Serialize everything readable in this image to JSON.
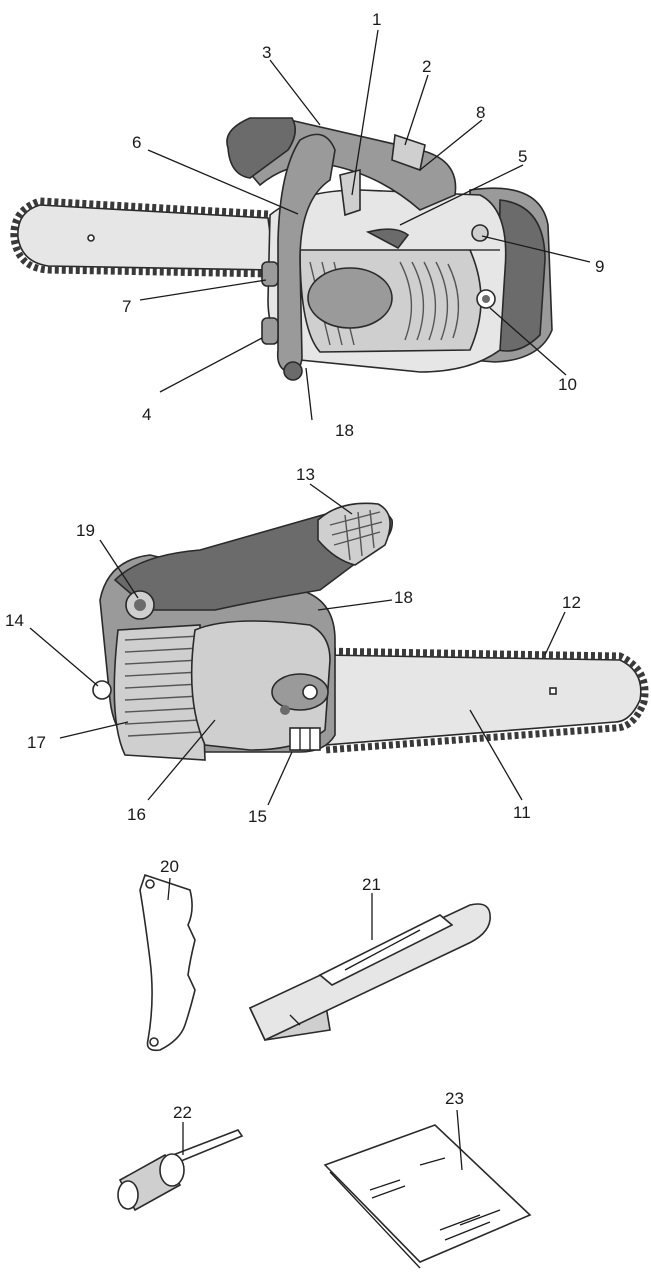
{
  "diagram": {
    "callouts": [
      {
        "id": "c1",
        "label": "1"
      },
      {
        "id": "c2",
        "label": "2"
      },
      {
        "id": "c3",
        "label": "3"
      },
      {
        "id": "c4",
        "label": "4"
      },
      {
        "id": "c5",
        "label": "5"
      },
      {
        "id": "c6",
        "label": "6"
      },
      {
        "id": "c7",
        "label": "7"
      },
      {
        "id": "c8",
        "label": "8"
      },
      {
        "id": "c9",
        "label": "9"
      },
      {
        "id": "c10",
        "label": "10"
      },
      {
        "id": "c11",
        "label": "11"
      },
      {
        "id": "c12",
        "label": "12"
      },
      {
        "id": "c13",
        "label": "13"
      },
      {
        "id": "c14",
        "label": "14"
      },
      {
        "id": "c15",
        "label": "15"
      },
      {
        "id": "c16",
        "label": "16"
      },
      {
        "id": "c17",
        "label": "17"
      },
      {
        "id": "c18a",
        "label": "18"
      },
      {
        "id": "c18b",
        "label": "18"
      },
      {
        "id": "c19",
        "label": "19"
      },
      {
        "id": "c20",
        "label": "20"
      },
      {
        "id": "c21",
        "label": "21"
      },
      {
        "id": "c22",
        "label": "22"
      },
      {
        "id": "c23",
        "label": "23"
      }
    ]
  }
}
